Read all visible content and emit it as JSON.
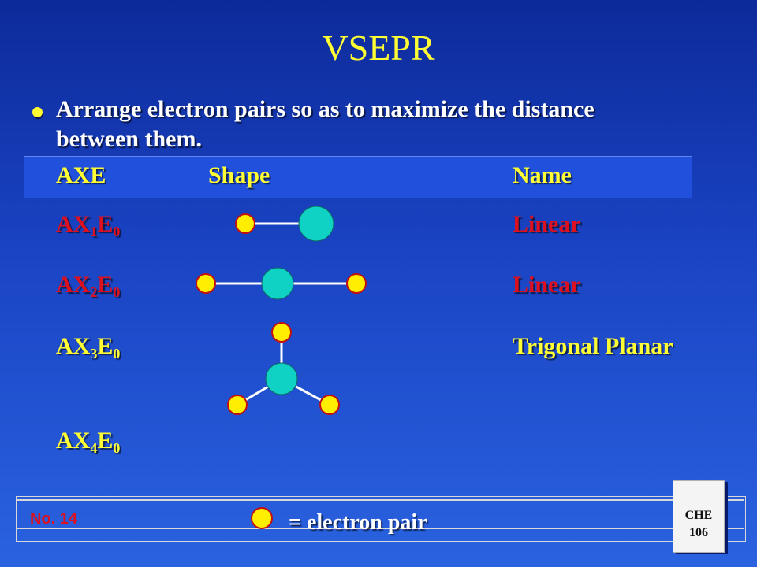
{
  "slide": {
    "title": "VSEPR",
    "bullet": "Arrange electron pairs so as to maximize the distance between them."
  },
  "table": {
    "headers": {
      "axe": "AXE",
      "shape": "Shape",
      "name": "Name"
    },
    "rows": [
      {
        "axe": {
          "base": "AX",
          "x": "1",
          "e_letter": "E",
          "e": "0"
        },
        "name": "Linear"
      },
      {
        "axe": {
          "base": "AX",
          "x": "2",
          "e_letter": "E",
          "e": "0"
        },
        "name": "Linear"
      },
      {
        "axe": {
          "base": "AX",
          "x": "3",
          "e_letter": "E",
          "e": "0"
        },
        "name": "Trigonal Planar"
      },
      {
        "axe": {
          "base": "AX",
          "x": "4",
          "e_letter": "E",
          "e": "0"
        },
        "name": ""
      }
    ]
  },
  "legend": {
    "text": "= electron pair"
  },
  "footer": {
    "slide_number": "No. 14",
    "course_line1": "CHE",
    "course_line2": "106"
  },
  "colors": {
    "title": "#ffff33",
    "highlight_red": "#dd1020",
    "electron_pair": "#ffee00",
    "atom": "#10d2c4",
    "bond": "#ffffff"
  },
  "icons": [
    "bullet-dot-icon",
    "electron-pair-icon",
    "central-atom-icon"
  ]
}
